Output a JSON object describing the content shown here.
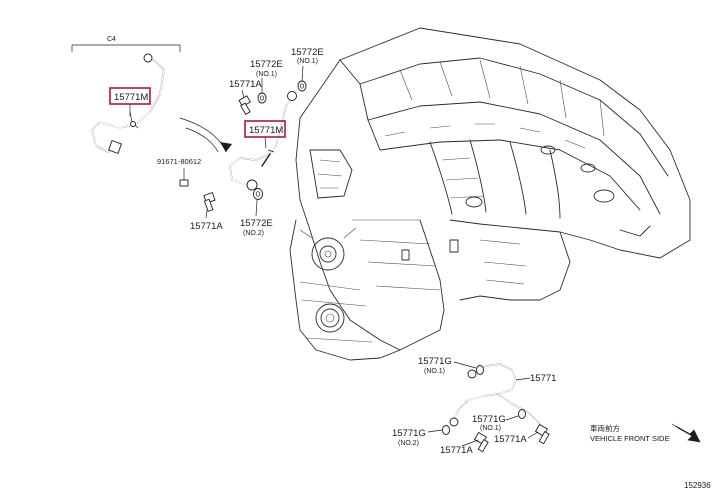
{
  "inset": {
    "label": "C4"
  },
  "callouts": {
    "hose_main_inset": "15771M",
    "hose_main_center": "15771M",
    "gasket_no1_top": "15772E",
    "gasket_no1_top_sub": "(NO.1)",
    "gasket_no1_right": "15772E",
    "gasket_no1_right_sub": "(NO.1)",
    "bolt_upper": "15771A",
    "bolt_left": "15771A",
    "gasket_no2": "15772E",
    "gasket_no2_sub": "(NO.2)",
    "plug": "91671-80612",
    "gasket_g_no1": "15771G",
    "gasket_g_no1_sub": "(NO.1)",
    "hose_lower": "15771",
    "gasket_g_no1_b": "15771G",
    "gasket_g_no1_b_sub": "(NO.1)",
    "gasket_g_no2": "15771G",
    "gasket_g_no2_sub": "(NO.2)",
    "bolt_lower_right": "15771A",
    "bolt_lower_left": "15771A"
  },
  "direction": {
    "line1": "車両前方",
    "line2": "VEHICLE FRONT SIDE"
  },
  "reference_number": "152936",
  "colors": {
    "highlight": "#b0173b",
    "ink": "#1e1e1e"
  }
}
